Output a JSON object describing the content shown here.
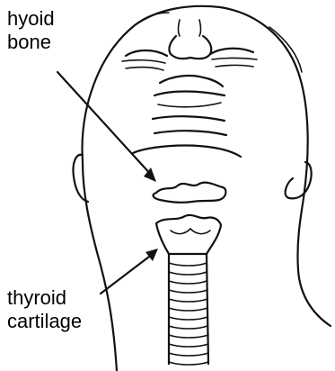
{
  "labels": {
    "hyoid": {
      "line1": "hyoid",
      "line2": "bone"
    },
    "thyroid": {
      "line1": "thyroid",
      "line2": "cartilage"
    }
  },
  "colors": {
    "ink": "#111111",
    "background": "#ffffff"
  }
}
